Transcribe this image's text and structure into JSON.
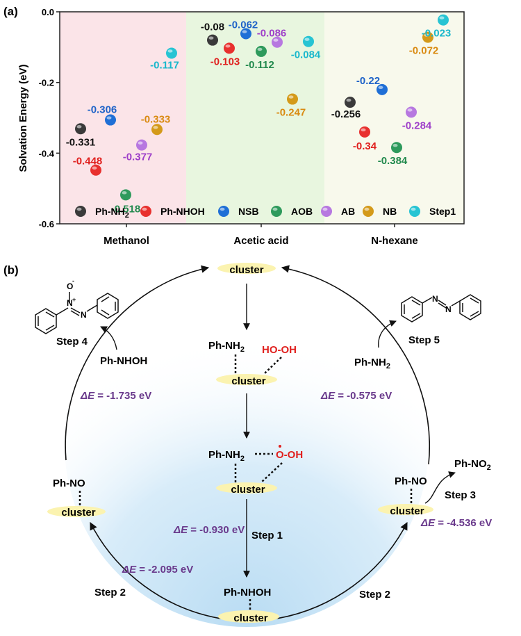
{
  "panel_a_label": "(a)",
  "panel_b_label": "(b)",
  "chart_data": {
    "type": "scatter",
    "title": "",
    "xlabel": "",
    "ylabel": "Solvation Energy (eV)",
    "ylim": [
      -0.6,
      0.0
    ],
    "yticks": [
      "0.0",
      "-0.2",
      "-0.4",
      "-0.6"
    ],
    "grid": false,
    "legend_position": "bottom",
    "categories": [
      "Methanol",
      "Acetic acid",
      "N-hexane"
    ],
    "region_colors": [
      "#fbe4e8",
      "#e8f6df",
      "#f8f9ec"
    ],
    "series": [
      {
        "name": "Ph-NH2",
        "legend_label": "Ph-NH",
        "legend_sub": "2",
        "color": "#3a3a3a",
        "label_color": "#111111",
        "values": [
          -0.331,
          -0.08,
          -0.256
        ],
        "labels": [
          "-0.331",
          "-0.08",
          "-0.256"
        ]
      },
      {
        "name": "Ph-NHOH",
        "legend_label": "Ph-NHOH",
        "legend_sub": "",
        "color": "#e8302e",
        "label_color": "#e0201e",
        "values": [
          -0.448,
          -0.103,
          -0.34
        ],
        "labels": [
          "-0.448",
          "-0.103",
          "-0.34"
        ]
      },
      {
        "name": "NSB",
        "legend_label": "NSB",
        "legend_sub": "",
        "color": "#1f6fd6",
        "label_color": "#1f63c8",
        "values": [
          -0.306,
          -0.062,
          -0.22
        ],
        "labels": [
          "-0.306",
          "-0.062",
          "-0.22"
        ]
      },
      {
        "name": "AOB",
        "legend_label": "AOB",
        "legend_sub": "",
        "color": "#2e9a5c",
        "label_color": "#238a4e",
        "values": [
          -0.518,
          -0.112,
          -0.384
        ],
        "labels": [
          "-0.518",
          "-0.112",
          "-0.384"
        ]
      },
      {
        "name": "AB",
        "legend_label": "AB",
        "legend_sub": "",
        "color": "#b778e0",
        "label_color": "#9e3fc9",
        "values": [
          -0.377,
          -0.086,
          -0.284
        ],
        "labels": [
          "-0.377",
          "-0.086",
          "-0.284"
        ]
      },
      {
        "name": "NB",
        "legend_label": "NB",
        "legend_sub": "",
        "color": "#d49a1a",
        "label_color": "#d98a10",
        "values": [
          -0.333,
          -0.247,
          -0.072
        ],
        "labels": [
          "-0.333",
          "-0.247",
          "-0.072"
        ]
      },
      {
        "name": "Step1",
        "legend_label": "Step1",
        "legend_sub": "",
        "color": "#27c4d3",
        "label_color": "#19b8cc",
        "values": [
          -0.117,
          -0.084,
          -0.023
        ],
        "labels": [
          "-0.117",
          "-0.084",
          "-0.023"
        ]
      }
    ]
  },
  "diagram": {
    "cluster_label": "cluster",
    "top_cluster": "cluster",
    "ph_nh2_a": "Ph-NH",
    "ph_nh2_sub": "2",
    "hooh": "HO-OH",
    "mid_cluster_1": "cluster",
    "ph_nh2_b": "Ph-NH",
    "o_radical": "O-OH",
    "mid_cluster_2": "cluster",
    "step1_label": "Step 1",
    "step1_energy_prefix": "ΔE",
    "step1_energy_value": " = -0.930 eV",
    "phnhoh_bottom": "Ph-NHOH",
    "bottom_cluster": "cluster",
    "left_phno": "Ph-NO",
    "left_cluster": "cluster",
    "right_phno": "Ph-NO",
    "right_cluster": "cluster",
    "ph_no2": "Ph-NO",
    "ph_no2_sub": "2",
    "step3_label": "Step 3",
    "step3_energy_prefix": "ΔE",
    "step3_energy_value": " = -4.536 eV",
    "step2_left_label": "Step 2",
    "step2_left_energy_prefix": "ΔE",
    "step2_left_energy_value": " = -2.095 eV",
    "step2_right_label": "Step 2",
    "step4_label": "Step 4",
    "step4_reactant": "Ph-NHOH",
    "step4_energy_prefix": "ΔE",
    "step4_energy_value": " = -1.735 eV",
    "step5_label": "Step 5",
    "step5_reactant": "Ph-NH",
    "step5_reactant_sub": "2",
    "step5_energy_prefix": "ΔE",
    "step5_energy_value": " = -0.575 eV",
    "azoxy_charge_minus": "-",
    "azoxy_charge_plus": "+",
    "atom_N": "N",
    "atom_O": "O",
    "energy_color": "#6a3a8c",
    "hooh_color": "#e0201e"
  }
}
